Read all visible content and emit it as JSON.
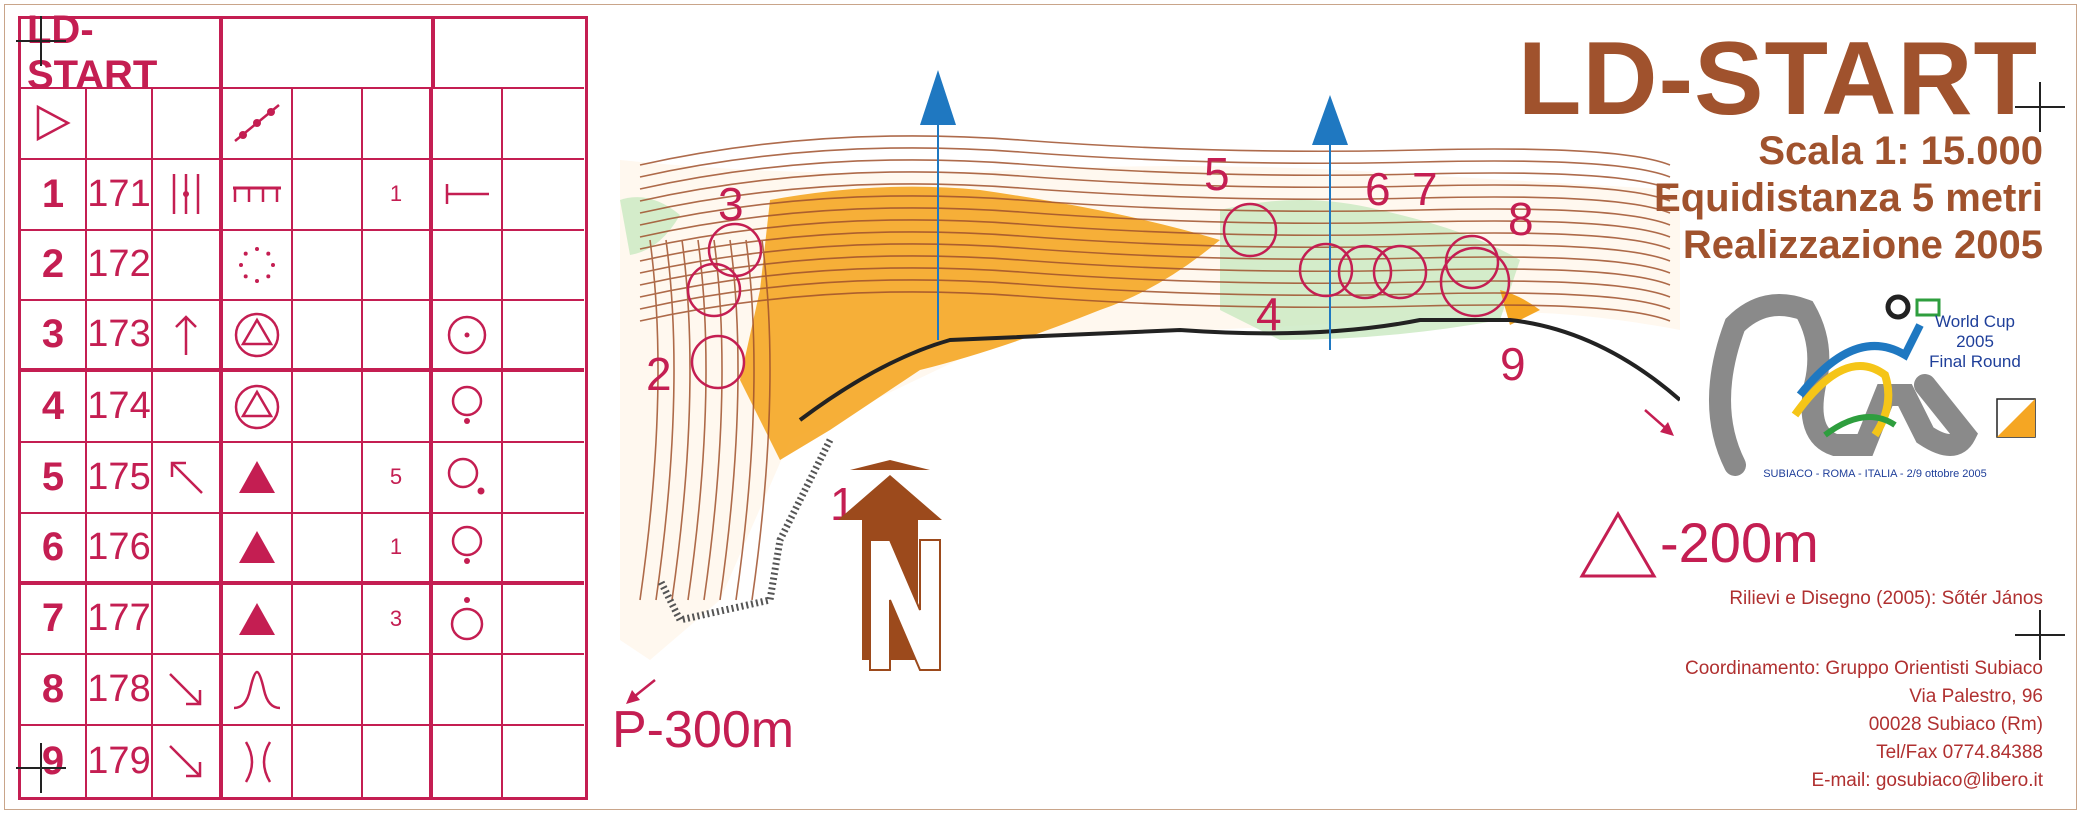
{
  "control_card": {
    "title": "LD-START",
    "rows": [
      {
        "num": "1",
        "code": "171",
        "c_sym": "dashed-line-icon",
        "d_sym": "comb-icon",
        "f": "1",
        "g_sym": "T-icon"
      },
      {
        "num": "2",
        "code": "172",
        "c_sym": "",
        "d_sym": "dot-circle-icon",
        "f": "",
        "g_sym": ""
      },
      {
        "num": "3",
        "code": "173",
        "c_sym": "up-arrow-icon",
        "d_sym": "triangle-circle-icon",
        "f": "",
        "g_sym": "circle-dot-icon"
      },
      {
        "num": "4",
        "code": "174",
        "c_sym": "",
        "d_sym": "triangle-circle-icon",
        "f": "",
        "g_sym": "circle-bottom-icon"
      },
      {
        "num": "5",
        "code": "175",
        "c_sym": "nw-arrow-icon",
        "d_sym": "filled-triangle-icon",
        "f": "5",
        "g_sym": "circle-se-icon"
      },
      {
        "num": "6",
        "code": "176",
        "c_sym": "",
        "d_sym": "filled-triangle-icon",
        "f": "1",
        "g_sym": "circle-bottom-icon"
      },
      {
        "num": "7",
        "code": "177",
        "c_sym": "",
        "d_sym": "filled-triangle-icon",
        "f": "3",
        "g_sym": "circle-top-icon"
      },
      {
        "num": "8",
        "code": "178",
        "c_sym": "se-arrow-icon",
        "d_sym": "bell-curve-icon",
        "f": "",
        "g_sym": ""
      },
      {
        "num": "9",
        "code": "179",
        "c_sym": "se-arrow-icon",
        "d_sym": "parentheses-icon",
        "f": "",
        "g_sym": ""
      }
    ]
  },
  "header": {
    "title": "LD-START",
    "scale": "Scala  1: 15.000",
    "contour": "Equidistanza 5 metri",
    "year": "Realizzazione 2005"
  },
  "logo": {
    "line1": "World Cup",
    "line2": "2005",
    "line3": "Final Round",
    "footer": "SUBIACO  -  ROMA  -  ITALIA  -  2/9 ottobre 2005"
  },
  "map_labels": {
    "c1": "1",
    "c2": "2",
    "c3": "3",
    "c4": "4",
    "c5": "5",
    "c6": "6",
    "c7": "7",
    "c8": "8",
    "c9": "9",
    "parking": "P-300m",
    "climb": "-200m"
  },
  "credit": "Rilievi e Disegno (2005):  Sőtér János",
  "coordination": [
    "Coordinamento: Gruppo Orientisti Subiaco",
    "Via Palestro, 96",
    "00028 Subiaco (Rm)",
    "Tel/Fax 0774.84388",
    "E-mail: gosubiaco@libero.it"
  ],
  "colors": {
    "course": "#c41e52",
    "contour": "#a0522d",
    "open_land": "#f5a623",
    "vegetation": "#c9e8c0",
    "north": "#1f78c1"
  }
}
